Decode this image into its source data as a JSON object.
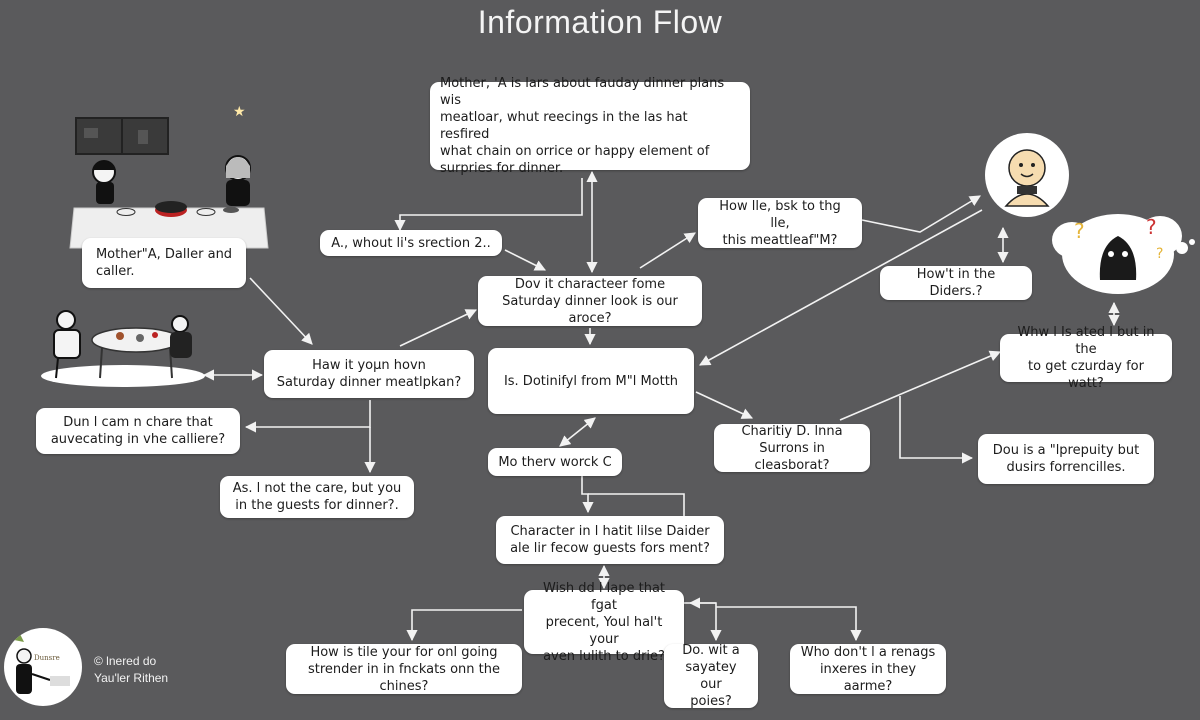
{
  "title": "Information Flow",
  "nodes": {
    "top": "Mother, 'A is lars about fauday dinner plans wis\nmeatloar, whut reecings in the las hat resfired\nwhat chain on orrice or happy element of\nsurpries for dinner.",
    "mother_caller": "Mother\"A, Daller and\ncaller.",
    "reaction": "A., whout li's srection 2..",
    "back_meatleaf": "How lle, bsk to thg lle,\nthis meattleaf\"M?",
    "character_saturday": "Dov it characteer fome\nSaturday dinner look is our aroce?",
    "how_diders": "How't in the Diders.?",
    "saturday_meatplan": "Haw it yoµn hovn\nSaturday dinner meatlpkan?",
    "dotinifyl": "Is. Dotinifyl from M\"l Motth",
    "stated": "Whw l Is ated l but in the\nto get czurday for watt?",
    "share": "Dun l cam n chare that\nauvecating in vhe calliere?",
    "charity": "Charitiy D. lnna\nSurrons in cleasborat?",
    "prepuity": "Dou is a \"lprepuity but\ndusirs forrencilles.",
    "mo_work": "Mo therv worck C",
    "guests": "As. l not the care, but you\nin the guests for dinner?.",
    "character_daider": "Character in l hatit lilse Daider\nale lir fecow guests fors ment?",
    "fat": "Wish dd l lape that fgat\nprecent, Youl hal't your\naven lulith to drie?",
    "stronder": "How is tile your for onl going\nstrender in in fnckats onn the chines?",
    "wila": "Do. wit a\nsayatey our\npoies?",
    "renags": "Who don't l a renags\ninxeres in they aarme?"
  },
  "brand": {
    "text": "© lnered do\nYau'ler Rithen",
    "logo_text": "Dunsre"
  },
  "illustrations": [
    "dinner-table-illustration",
    "family-dinner-illustration",
    "character-face-illustration",
    "thought-bubble-illustration"
  ],
  "colors": {
    "background": "#5a5a5c",
    "node": "#ffffff",
    "arrow": "#f2f2f2",
    "text": "#1c1c1c"
  }
}
